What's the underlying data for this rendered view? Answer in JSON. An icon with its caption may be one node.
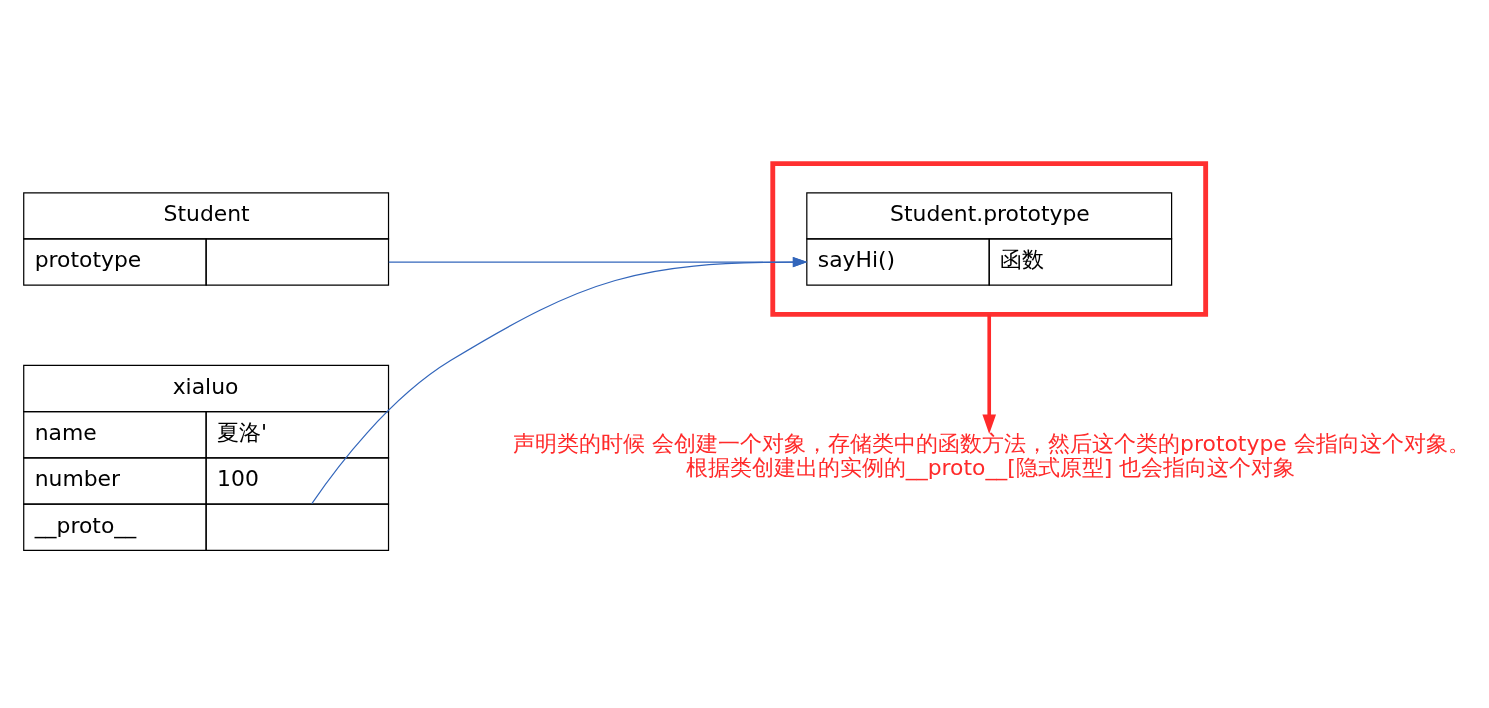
{
  "diagram": {
    "nodes": [
      {
        "text": [
          "Student",
          "prototype"
        ]
      },
      {
        "text": [
          "xialuo",
          "name",
          "夏洛'",
          "number",
          "100",
          "__proto__"
        ]
      },
      {
        "text": [],
        "shape": "box"
      },
      {
        "text": [
          "Student.prototype",
          "sayHi()",
          "函数"
        ],
        "in": 2
      },
      {
        "text": [
          "声明类的时候 会创建一个对象，存储类中的函数方法，然后这个类的prototype 会指向这个对象。",
          "根据类创建出的实例的__proto__[隐式原型] 也会指向这个对象"
        ]
      }
    ],
    "edges": [
      {
        "from": 0,
        "to": 3,
        "arrow": "to"
      },
      {
        "from": 1,
        "to": 3,
        "arrow": "to"
      },
      {
        "from": 2,
        "to": 4,
        "arrow": "to",
        "color": "#ff2a2a",
        "style": "thick"
      }
    ]
  }
}
